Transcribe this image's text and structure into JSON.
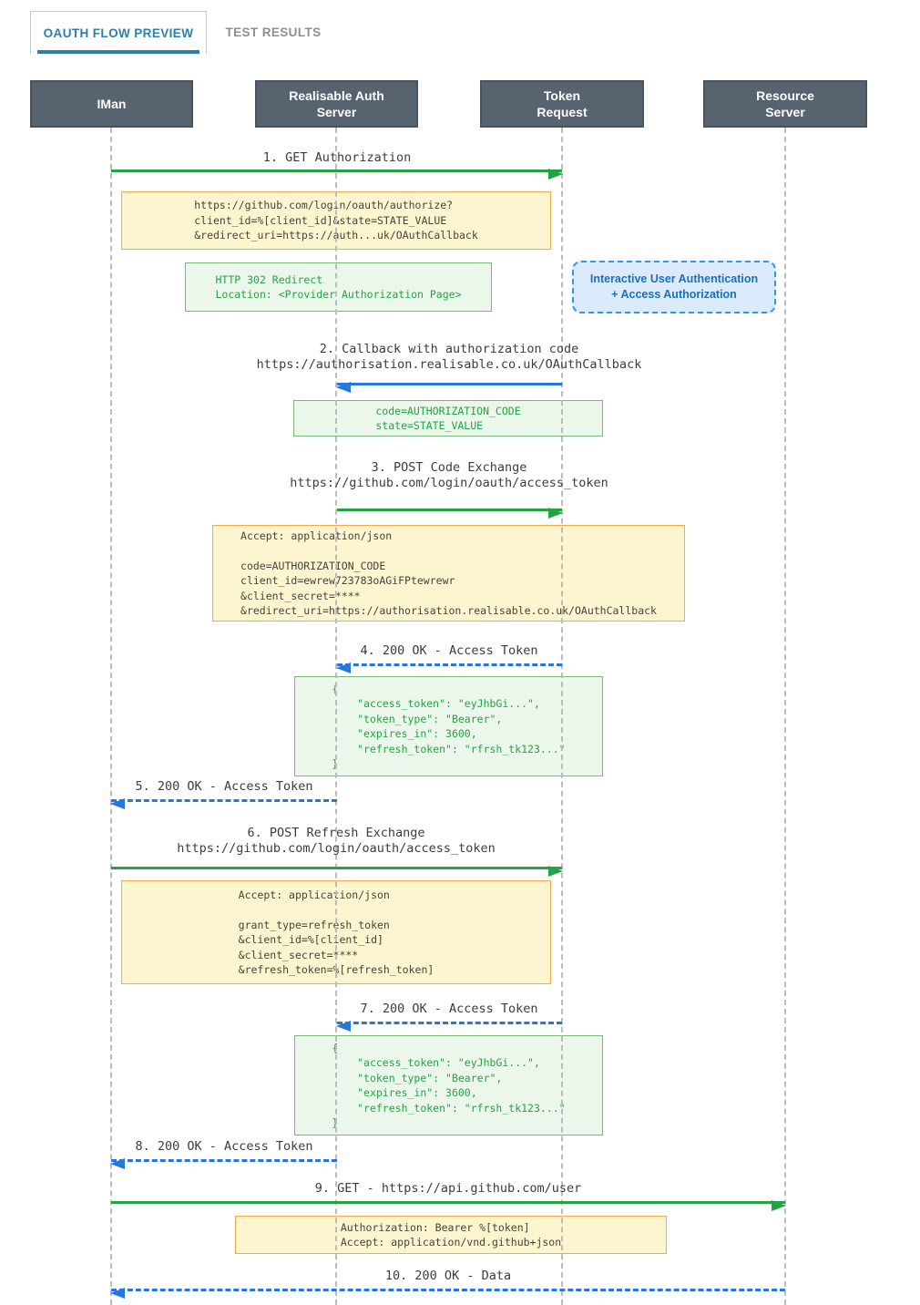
{
  "tabs": [
    {
      "label": "OAUTH FLOW PREVIEW",
      "active": true
    },
    {
      "label": "TEST RESULTS",
      "active": false
    }
  ],
  "actors": [
    {
      "label": "IMan"
    },
    {
      "label": "Realisable Auth\nServer"
    },
    {
      "label": "Token\nRequest"
    },
    {
      "label": "Resource\nServer"
    }
  ],
  "messages": [
    {
      "num": 1,
      "label": "1. GET Authorization",
      "from": "IMan",
      "to": "Token Request",
      "line": "solid",
      "color": "#25a344"
    },
    {
      "num": 2,
      "label": "2. Callback with authorization code\nhttps://authorisation.realisable.co.uk/OAuthCallback",
      "from": "Token Request",
      "to": "Realisable Auth Server",
      "line": "solid",
      "color": "#2478dd"
    },
    {
      "num": 3,
      "label": "3. POST Code Exchange\nhttps://github.com/login/oauth/access_token",
      "from": "Realisable Auth Server",
      "to": "Token Request",
      "line": "solid",
      "color": "#25a344"
    },
    {
      "num": 4,
      "label": "4. 200 OK - Access Token",
      "from": "Token Request",
      "to": "Realisable Auth Server",
      "line": "dashed",
      "color": "#2478dd"
    },
    {
      "num": 5,
      "label": "5. 200 OK - Access Token",
      "from": "Realisable Auth Server",
      "to": "IMan",
      "line": "dashed",
      "color": "#2478dd"
    },
    {
      "num": 6,
      "label": "6. POST Refresh Exchange\nhttps://github.com/login/oauth/access_token",
      "from": "IMan",
      "to": "Token Request",
      "line": "solid",
      "color": "#25a344"
    },
    {
      "num": 7,
      "label": "7. 200 OK - Access Token",
      "from": "Token Request",
      "to": "Realisable Auth Server",
      "line": "dashed",
      "color": "#2478dd"
    },
    {
      "num": 8,
      "label": "8. 200 OK - Access Token",
      "from": "Realisable Auth Server",
      "to": "IMan",
      "line": "dashed",
      "color": "#2478dd"
    },
    {
      "num": 9,
      "label": "9. GET - https://api.github.com/user",
      "from": "IMan",
      "to": "Resource Server",
      "line": "solid",
      "color": "#25a344"
    },
    {
      "num": 10,
      "label": "10. 200 OK - Data",
      "from": "Resource Server",
      "to": "IMan",
      "line": "dashed",
      "color": "#2478dd"
    }
  ],
  "notes": [
    {
      "id": "authorize-url",
      "type": "yellow",
      "text": "https://github.com/login/oauth/authorize?\nclient_id=%[client_id]&state=STATE_VALUE\n&redirect_uri=https://auth...uk/OAuthCallback"
    },
    {
      "id": "http-302-redirect",
      "type": "green",
      "text": "HTTP 302 Redirect\nLocation: <Provider Authorization Page>"
    },
    {
      "id": "interactive-auth",
      "type": "blue-dashed",
      "text": "Interactive User Authentication\n+ Access Authorization"
    },
    {
      "id": "auth-code",
      "type": "green",
      "text": "code=AUTHORIZATION_CODE\nstate=STATE_VALUE"
    },
    {
      "id": "code-exchange-body",
      "type": "yellow",
      "text": "Accept: application/json\n\ncode=AUTHORIZATION_CODE\nclient_id=ewrew723783oAGiFPtewrewr\n&client_secret=****\n&redirect_uri=https://authorisation.realisable.co.uk/OAuthCallback"
    },
    {
      "id": "access-token-json-1",
      "type": "green",
      "text": "{\n    \"access_token\": \"eyJhbGi...\",\n    \"token_type\": \"Bearer\",\n    \"expires_in\": 3600,\n    \"refresh_token\": \"rfrsh_tk123...\"\n}"
    },
    {
      "id": "refresh-body",
      "type": "yellow",
      "text": "Accept: application/json\n\ngrant_type=refresh_token\n&client_id=%[client_id]\n&client_secret=****\n&refresh_token=%[refresh_token]"
    },
    {
      "id": "access-token-json-2",
      "type": "green",
      "text": "{\n    \"access_token\": \"eyJhbGi...\",\n    \"token_type\": \"Bearer\",\n    \"expires_in\": 3600,\n    \"refresh_token\": \"rfrsh_tk123...\"\n}"
    },
    {
      "id": "api-request-headers",
      "type": "yellow",
      "text": "Authorization: Bearer %[token]\nAccept: application/vnd.github+json"
    }
  ],
  "colors": {
    "accent_tab": "#2e7fa5",
    "actor_fill": "#57636e",
    "actor_border": "#49535c",
    "arrow_green": "#25a344",
    "arrow_blue": "#2478dd",
    "note_yellow_bg": "#fdf5d0",
    "note_yellow_border": "#f2ab4a",
    "note_green_bg": "#ecf7ec",
    "note_green_border": "#79b879",
    "note_blue_bg": "#dcebfb",
    "note_blue_border": "#2d95f2",
    "lifeline": "#bcbcbc"
  }
}
